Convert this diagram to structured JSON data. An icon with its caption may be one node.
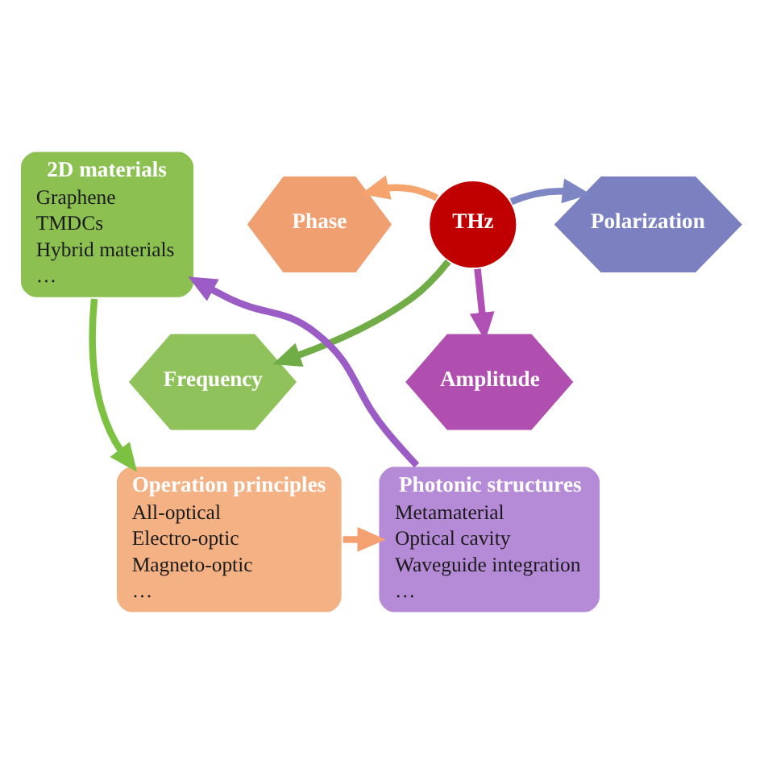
{
  "diagram": {
    "nodes": [
      {
        "text": [
          "2D materials",
          "Graphene",
          "TMDCs",
          "Hybrid materials",
          "…"
        ]
      },
      {
        "text": [
          "Frequency"
        ]
      },
      {
        "text": [
          "Phase"
        ]
      },
      {
        "text": [
          "THz"
        ]
      },
      {
        "text": [
          "Polarization"
        ]
      },
      {
        "text": [
          "Amplitude"
        ]
      },
      {
        "text": [
          "Operation principles",
          "All-optical",
          "Electro-optic",
          "Magneto-optic",
          "…"
        ]
      },
      {
        "text": [
          "Photonic structures",
          "Metamaterial",
          "Optical cavity",
          "Waveguide integration",
          "…"
        ]
      }
    ],
    "edges": [
      {
        "from": 3,
        "to": 1,
        "arrow": "to",
        "color": "#70ad47"
      },
      {
        "from": 3,
        "to": 2,
        "arrow": "to",
        "color": "#f4a46c"
      },
      {
        "from": 3,
        "to": 4,
        "arrow": "to",
        "color": "#7f86c4"
      },
      {
        "from": 3,
        "to": 5,
        "arrow": "to",
        "color": "#b04fb4"
      },
      {
        "from": 0,
        "to": 6,
        "arrow": "to",
        "color": "#7cc142"
      },
      {
        "from": 6,
        "to": 7,
        "arrow": "to",
        "color": "#f4a070"
      },
      {
        "from": 7,
        "to": 0,
        "arrow": "to",
        "color": "#9b5cc6"
      }
    ]
  }
}
